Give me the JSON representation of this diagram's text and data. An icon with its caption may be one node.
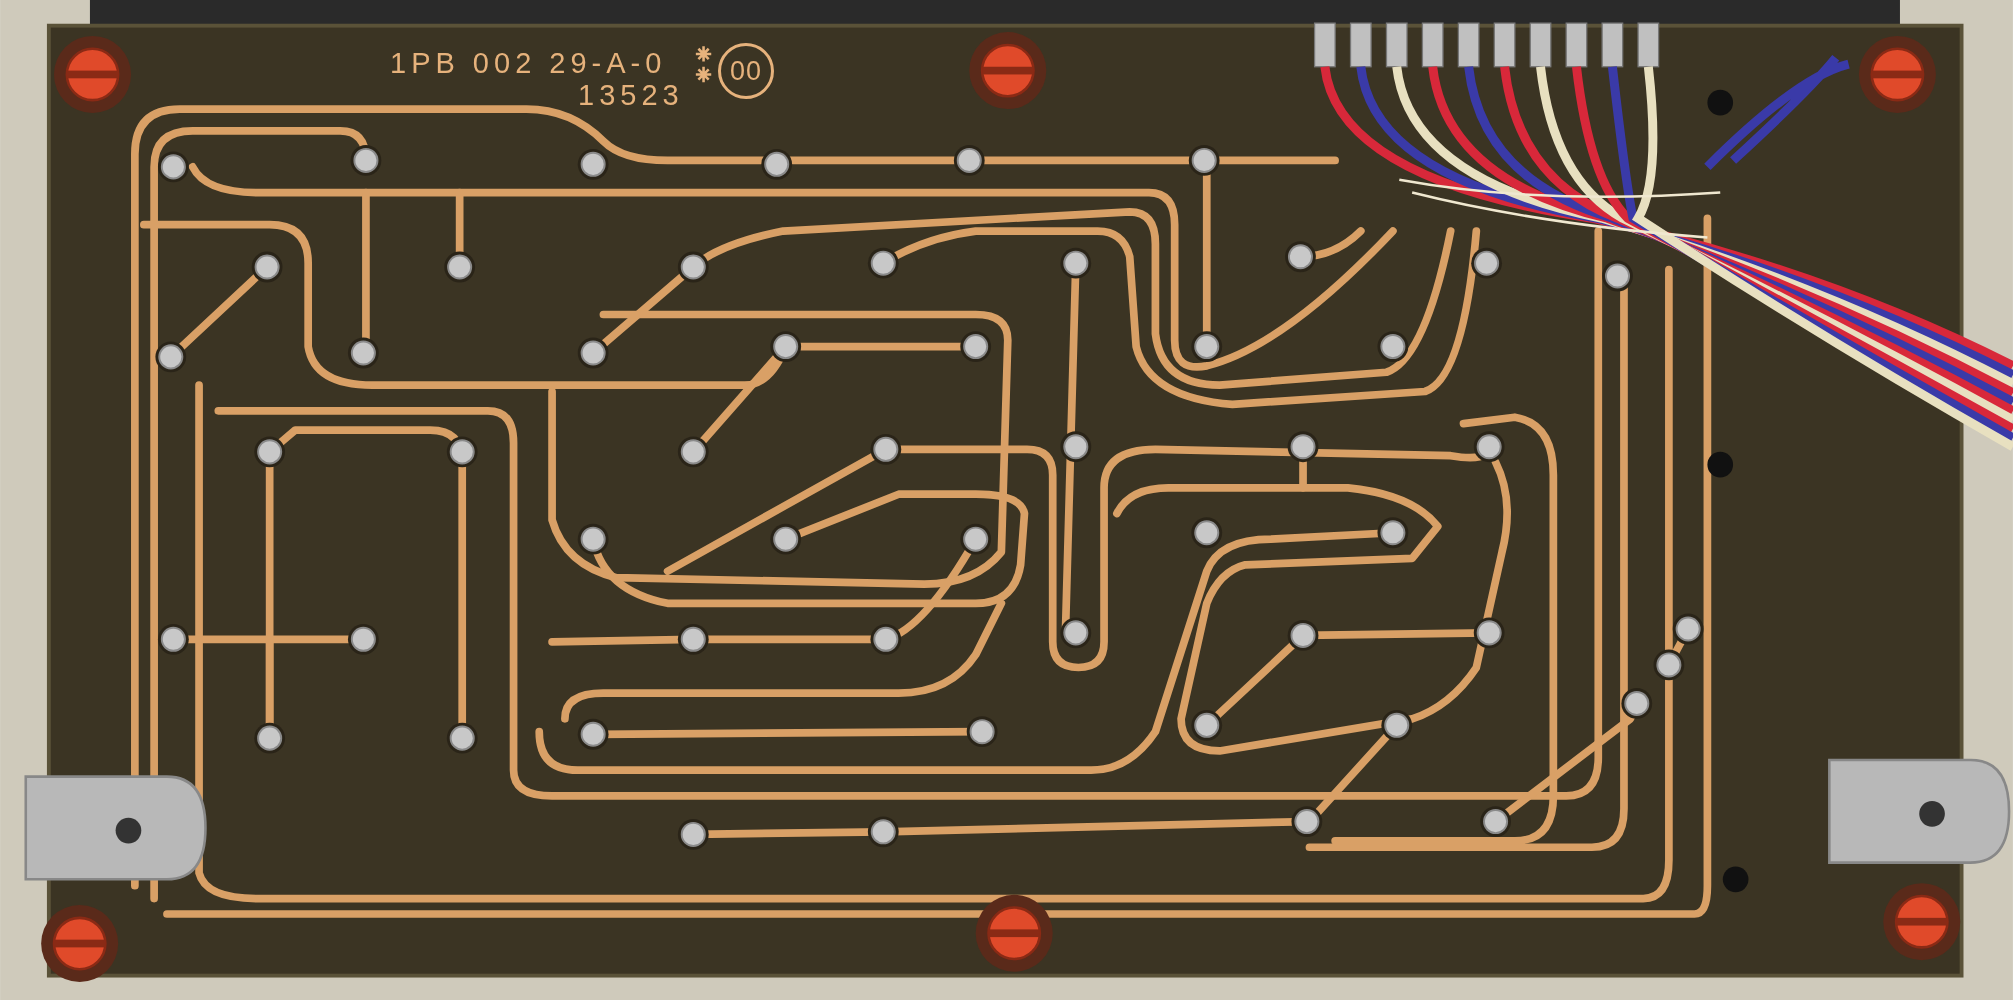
{
  "diagram": {
    "labels": [
      "1PB 002 29-A-0",
      "13523",
      "00"
    ]
  }
}
